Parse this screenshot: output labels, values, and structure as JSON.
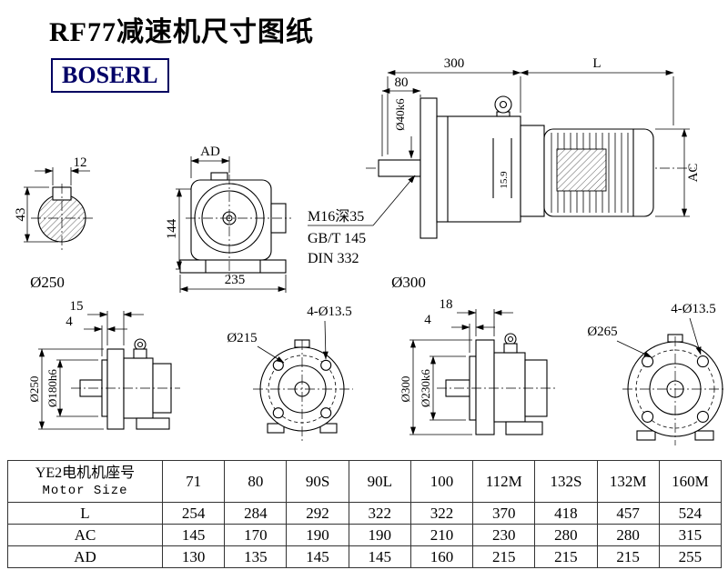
{
  "title": "RF77减速机尺寸图纸",
  "brand": "BOSERL",
  "colors": {
    "brand": "#000066",
    "line": "#000000"
  },
  "dims": {
    "d300": "300",
    "dL": "L",
    "d80": "80",
    "shaft": "Ø40k6",
    "ac": "AC",
    "d159": "15.9",
    "thread": "M16深35",
    "std1": "GB/T 145",
    "std2": "DIN 332",
    "d12": "12",
    "d43": "43",
    "ad": "AD",
    "d144": "144",
    "d235": "235",
    "lbl250": "Ø250",
    "lbl300": "Ø300",
    "bl15": "15",
    "bl4": "4",
    "bl250": "Ø250",
    "bl180": "Ø180h6",
    "bl215": "Ø215",
    "blholes": "4-Ø13.5",
    "br18": "18",
    "br4": "4",
    "br300": "Ø300",
    "br230": "Ø230k6",
    "br265": "Ø265",
    "brholes": "4-Ø13.5"
  },
  "table": {
    "header_cn": "YE2电机机座号",
    "header_en": "Motor Size",
    "sizes": [
      "71",
      "80",
      "90S",
      "90L",
      "100",
      "112M",
      "132S",
      "132M",
      "160M"
    ],
    "rows": [
      {
        "label": "L",
        "values": [
          "254",
          "284",
          "292",
          "322",
          "322",
          "370",
          "418",
          "457",
          "524"
        ]
      },
      {
        "label": "AC",
        "values": [
          "145",
          "170",
          "190",
          "190",
          "210",
          "230",
          "280",
          "280",
          "315"
        ]
      },
      {
        "label": "AD",
        "values": [
          "130",
          "135",
          "145",
          "145",
          "160",
          "215",
          "215",
          "215",
          "255"
        ]
      }
    ]
  }
}
